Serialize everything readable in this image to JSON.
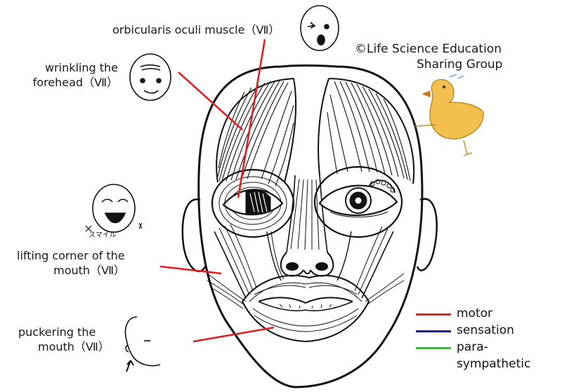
{
  "labels": {
    "orbicularis": "orbicularis oculi muscle（Ⅶ）",
    "wrinkling_line1": "wrinkling the",
    "wrinkling_line2": "forehead（Ⅶ）",
    "lifting_line1": "lifting corner of the",
    "lifting_line2": "mouth（Ⅶ）",
    "puckering_line1": "puckering the",
    "puckering_line2": "mouth（Ⅶ）",
    "smile_caption": "スマイル"
  },
  "copyright": {
    "line1": "©Life Science Education",
    "line2": "Sharing Group"
  },
  "legend": [
    {
      "label": "motor",
      "color": "#e02020"
    },
    {
      "label": "sensation",
      "color": "#1a1aa0"
    },
    {
      "label": "para-",
      "label2": "sympathetic",
      "color": "#22cc22"
    }
  ],
  "colors": {
    "pointer": "#e02020",
    "ink": "#111111",
    "chick": "#f0b030"
  }
}
